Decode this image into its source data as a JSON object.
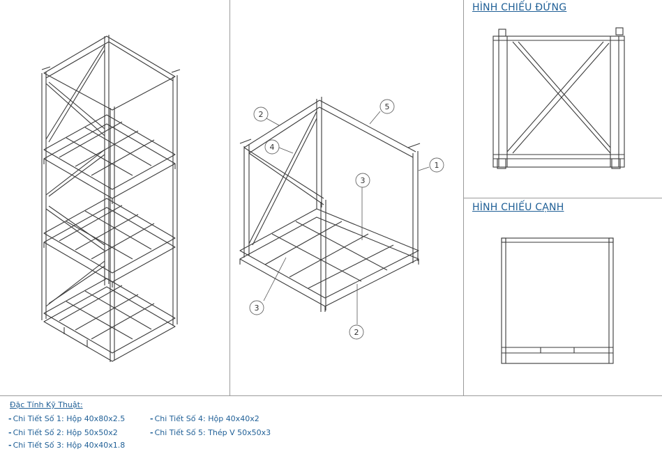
{
  "views": {
    "front_title": "HÌNH CHIẾU ĐỨNG",
    "side_title": "HÌNH CHIẾU CẠNH"
  },
  "callouts": [
    "2",
    "5",
    "4",
    "1",
    "3",
    "3",
    "2"
  ],
  "specs": {
    "heading": "Đặc Tính Kỹ Thuật:",
    "items": [
      "Chi Tiết Số 1: Hộp 40x80x2.5",
      "Chi Tiết Số 2: Hộp 50x50x2",
      "Chi Tiết Số 3: Hộp 40x40x1.8",
      "Chi Tiết Số 4: Hộp 40x40x2",
      "Chi Tiết Số 5: Thép V 50x50x3"
    ]
  }
}
